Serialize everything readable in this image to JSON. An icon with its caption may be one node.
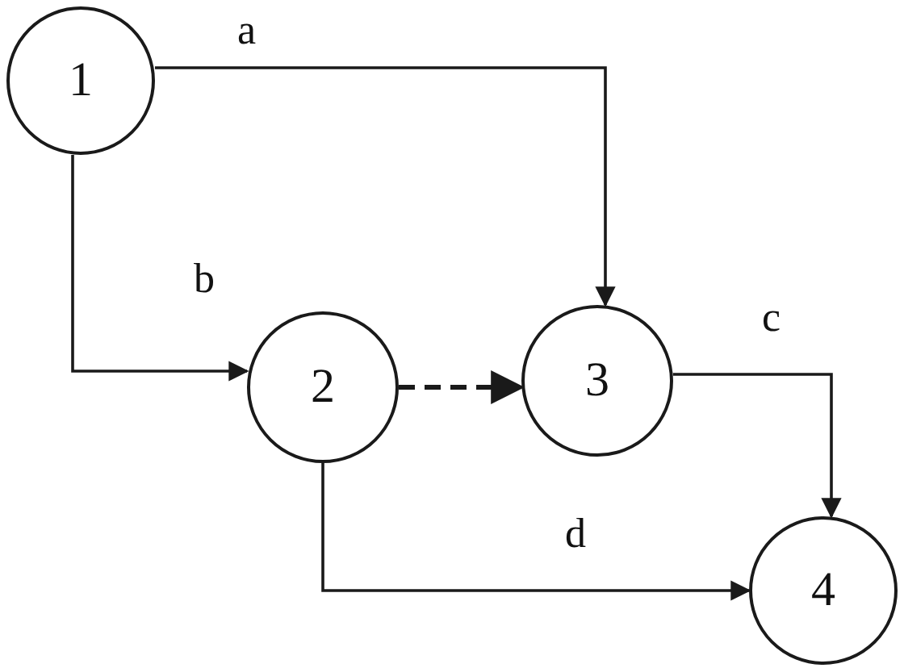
{
  "diagram": {
    "nodes": [
      {
        "text": [
          "1"
        ]
      },
      {
        "text": [
          "2"
        ]
      },
      {
        "text": [
          "3"
        ]
      },
      {
        "text": [
          "4"
        ]
      }
    ],
    "edges": [
      {
        "from": 0,
        "to": 2,
        "arrow": "to",
        "label": "a"
      },
      {
        "from": 0,
        "to": 1,
        "arrow": "to",
        "label": "b"
      },
      {
        "from": 1,
        "to": 2,
        "arrow": "to",
        "style": "dashed"
      },
      {
        "from": 2,
        "to": 3,
        "arrow": "to",
        "label": "c"
      },
      {
        "from": 1,
        "to": 3,
        "arrow": "to",
        "label": "d"
      }
    ]
  }
}
